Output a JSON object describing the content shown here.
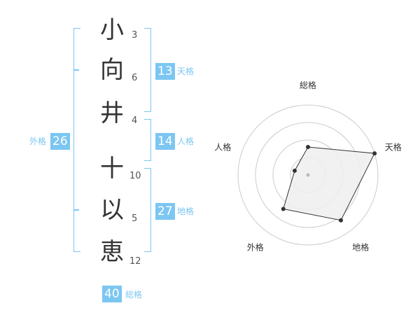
{
  "name": {
    "chars": [
      {
        "char": "小",
        "strokes": "3"
      },
      {
        "char": "向",
        "strokes": "6"
      },
      {
        "char": "井",
        "strokes": "4"
      },
      {
        "char": "十",
        "strokes": "10"
      },
      {
        "char": "以",
        "strokes": "5"
      },
      {
        "char": "恵",
        "strokes": "12"
      }
    ]
  },
  "grids": {
    "tenkaku": {
      "value": "13",
      "label": "天格"
    },
    "jinkaku": {
      "value": "14",
      "label": "人格"
    },
    "chikaku": {
      "value": "27",
      "label": "地格"
    },
    "gaikaku": {
      "value": "26",
      "label": "外格"
    },
    "soukaku": {
      "value": "40",
      "label": "総格"
    }
  },
  "colors": {
    "accent": "#7cc6f2",
    "text": "#333333",
    "radar_fill": "#efefef"
  },
  "chart_data": {
    "type": "radar",
    "axes": [
      "総格",
      "天格",
      "地格",
      "外格",
      "人格"
    ],
    "values": [
      2,
      5,
      4,
      3,
      1
    ],
    "max": 5,
    "rings": 4
  }
}
